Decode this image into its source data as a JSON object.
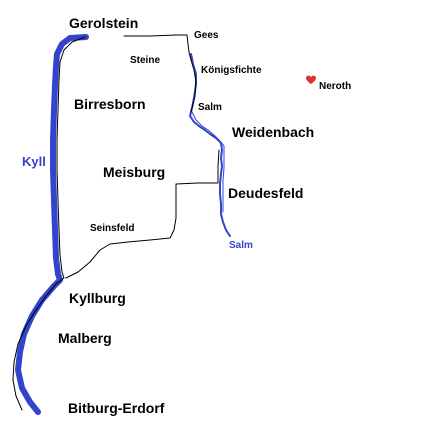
{
  "colors": {
    "background": "#ffffff",
    "river": "#3344cc",
    "railway": "#000000",
    "text": "#000000",
    "koenigsfichte": "#22a02a",
    "neroth_marker": "#e0302a"
  },
  "places": {
    "gerolstein": "Gerolstein",
    "gees": "Gees",
    "steine": "Steine",
    "koenigsfichte": "Königsfichte",
    "neroth": "Neroth",
    "salm_station": "Salm",
    "birresborn": "Birresborn",
    "weidenbach": "Weidenbach",
    "meisburg": "Meisburg",
    "deudesfeld": "Deudesfeld",
    "seinsfeld": "Seinsfeld",
    "kyllburg": "Kyllburg",
    "malberg": "Malberg",
    "bitburg_erdorf": "Bitburg-Erdorf"
  },
  "rivers": {
    "kyll": "Kyll",
    "salm": "Salm"
  },
  "markers": {
    "neroth_icon": "heart-marker-icon"
  }
}
